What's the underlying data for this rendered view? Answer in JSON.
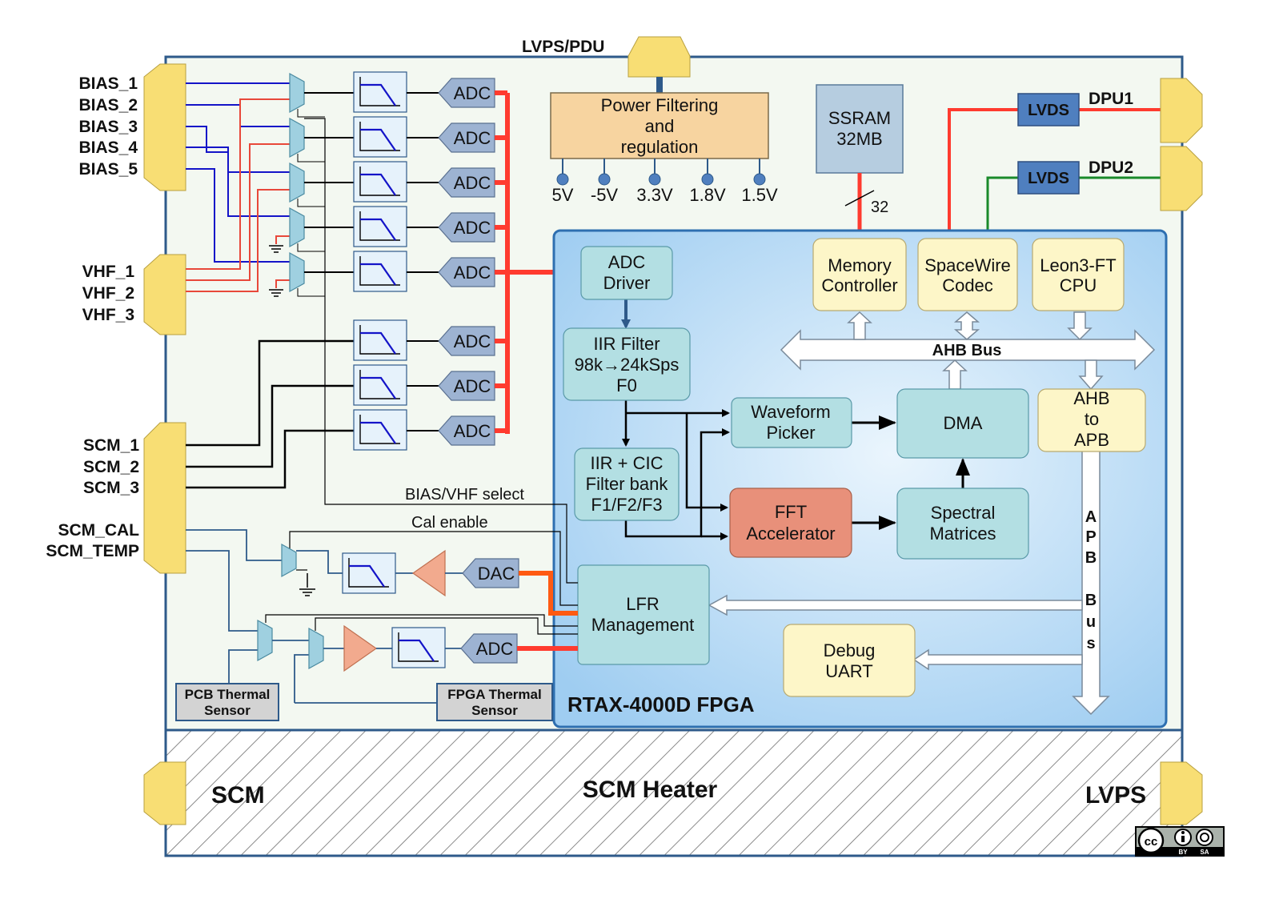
{
  "labels": {
    "lvps_pdu": "LVPS/PDU",
    "power": [
      "Power Filtering",
      "and",
      "regulation"
    ],
    "rails": [
      "5V",
      "-5V",
      "3.3V",
      "1.8V",
      "1.5V"
    ],
    "ssram": [
      "SSRAM",
      "32MB"
    ],
    "bus_width": "32",
    "lvds": "LVDS",
    "dpu1": "DPU1",
    "dpu2": "DPU2",
    "bias": [
      "BIAS_1",
      "BIAS_2",
      "BIAS_3",
      "BIAS_4",
      "BIAS_5"
    ],
    "vhf": [
      "VHF_1",
      "VHF_2",
      "VHF_3"
    ],
    "scm": [
      "SCM_1",
      "SCM_2",
      "SCM_3"
    ],
    "scm_cal": "SCM_CAL",
    "scm_temp": "SCM_TEMP",
    "adc": "ADC",
    "dac": "DAC",
    "bias_vhf_select": "BIAS/VHF select",
    "cal_enable": "Cal enable",
    "pcb_sensor": [
      "PCB Thermal",
      "Sensor"
    ],
    "fpga_sensor": [
      "FPGA Thermal",
      "Sensor"
    ],
    "adc_driver": [
      "ADC",
      "Driver"
    ],
    "iir": [
      "IIR Filter",
      "98k→24kSps",
      "F0"
    ],
    "iir_cic": [
      "IIR + CIC",
      "Filter bank",
      "F1/F2/F3"
    ],
    "waveform": [
      "Waveform",
      "Picker"
    ],
    "fft": [
      "FFT",
      "Accelerator"
    ],
    "dma": "DMA",
    "spectral": [
      "Spectral",
      "Matrices"
    ],
    "memctrl": [
      "Memory",
      "Controller"
    ],
    "spw": [
      "SpaceWire",
      "Codec"
    ],
    "leon": [
      "Leon3-FT",
      "CPU"
    ],
    "ahb_bus": "AHB Bus",
    "ahb_apb": [
      "AHB",
      "to",
      "APB"
    ],
    "apb_bus": [
      "A",
      "P",
      "B",
      "B",
      "u",
      "s"
    ],
    "lfr_mgmt": [
      "LFR",
      "Management"
    ],
    "debug": [
      "Debug",
      "UART"
    ],
    "fpga": "RTAX-4000D FPGA",
    "scm_left": "SCM",
    "scm_heater": "SCM Heater",
    "lvps": "LVPS",
    "license": [
      "BY",
      "SA"
    ]
  },
  "colors": {
    "board": "#f3f8f1",
    "board_border": "#2e5a8a",
    "connector": "#f8de74",
    "fpga_bg": "#b9dbf5",
    "block_teal": "#b3dfe3",
    "block_yellow": "#fdf6c8",
    "fft": "#e8907a",
    "power": "#f7d4a0",
    "ssram": "#b6cde0",
    "lvds": "#4f7fbf",
    "adc": "#9db3d2",
    "mux": "#9fd0e0",
    "amp": "#f2aa8e",
    "red_bus": "#ff3b2f",
    "orange_bus": "#ff5a12",
    "blue_wire": "#1414c8",
    "red_wire": "#e8483a",
    "green_wire": "#1a8a2a",
    "sensor": "#d3d3d3"
  }
}
